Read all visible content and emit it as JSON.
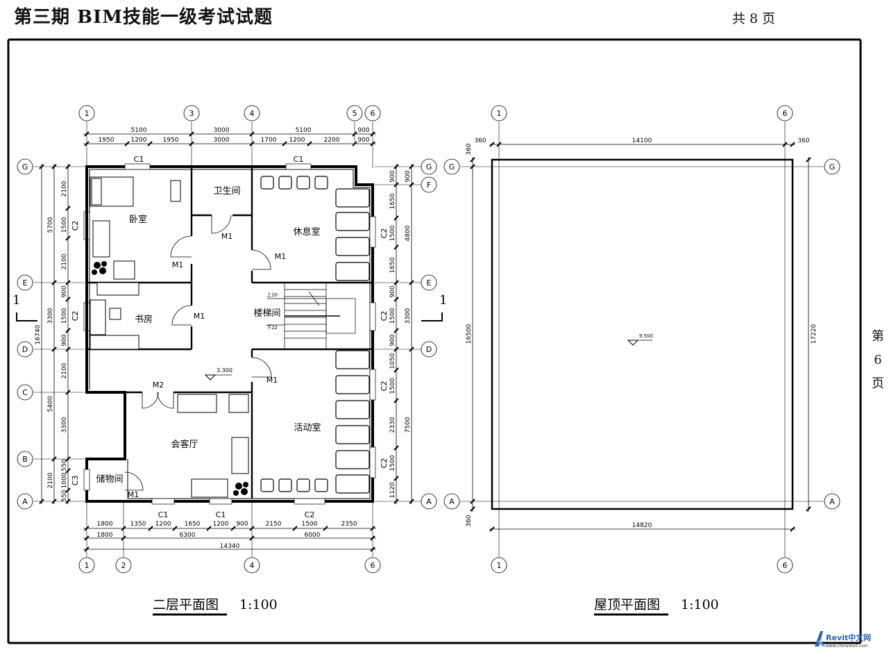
{
  "header": {
    "title": "第三期 BIM技能一级考试试题",
    "total_pages": "共 8 页"
  },
  "side": {
    "chars": [
      "第",
      "6",
      "页"
    ]
  },
  "plan2": {
    "caption": "二层平面图",
    "scale": "1:100",
    "grid_top": [
      "1",
      "3",
      "4",
      "5",
      "6"
    ],
    "grid_bottom": [
      "1",
      "2",
      "4",
      "6"
    ],
    "grid_left": [
      "G",
      "E",
      "D",
      "C",
      "B",
      "A"
    ],
    "grid_right": [
      "G",
      "F",
      "E",
      "D",
      "A"
    ],
    "dims_top_1": [
      "5100",
      "3000",
      "5100",
      "900"
    ],
    "dims_top_2": [
      "1950",
      "1200",
      "1950",
      "3000",
      "1700",
      "1200",
      "2200",
      "900"
    ],
    "dims_bottom_1": [
      "1800",
      "1350",
      "1200",
      "1650",
      "1200",
      "900",
      "2150",
      "1500",
      "2350"
    ],
    "dims_bottom_2": [
      "1800",
      "6300",
      "6000"
    ],
    "dims_bottom_total": "14340",
    "dims_left_1": [
      "2100",
      "1500",
      "2100",
      "900",
      "1500",
      "900",
      "2100",
      "3300",
      "550",
      "1000",
      "550"
    ],
    "dims_left_2": [
      "5700",
      "3300",
      "5400",
      "2100"
    ],
    "dims_left_total": "16740",
    "dims_right_1": [
      "900",
      "1650",
      "1500",
      "1650",
      "900",
      "1500",
      "900",
      "1050",
      "1500",
      "2330",
      "1500",
      "1120"
    ],
    "dims_right_2": [
      "900",
      "4800",
      "3300",
      "7500"
    ],
    "rooms": {
      "bedroom": "卧室",
      "toilet": "卫生间",
      "lounge": "休息室",
      "study": "书房",
      "stair": "楼梯间",
      "activity": "活动室",
      "reception": "会客厅",
      "storage": "储物间"
    },
    "doors": {
      "m1": "M1",
      "m2": "M2"
    },
    "windows": {
      "c1": "C1",
      "c2": "C2",
      "c3": "C3"
    },
    "stair_up": "上20",
    "stair_down": "下22",
    "elevation": "3.300",
    "section_mark": "1"
  },
  "roof": {
    "caption": "屋顶平面图",
    "scale": "1:100",
    "grid_top": [
      "1",
      "6"
    ],
    "grid_bottom": [
      "1",
      "6"
    ],
    "grid_left": [
      "G",
      "A"
    ],
    "grid_right": [
      "G",
      "A"
    ],
    "dim_top": "14100",
    "dim_top_edge": "360",
    "dim_bottom": "14820",
    "dim_left": "16500",
    "dim_right": "17220",
    "dim_small": "360",
    "elevation": "9.500"
  },
  "logo": {
    "text": "Revit中文网",
    "url_text": "www.chinarevit.com"
  }
}
